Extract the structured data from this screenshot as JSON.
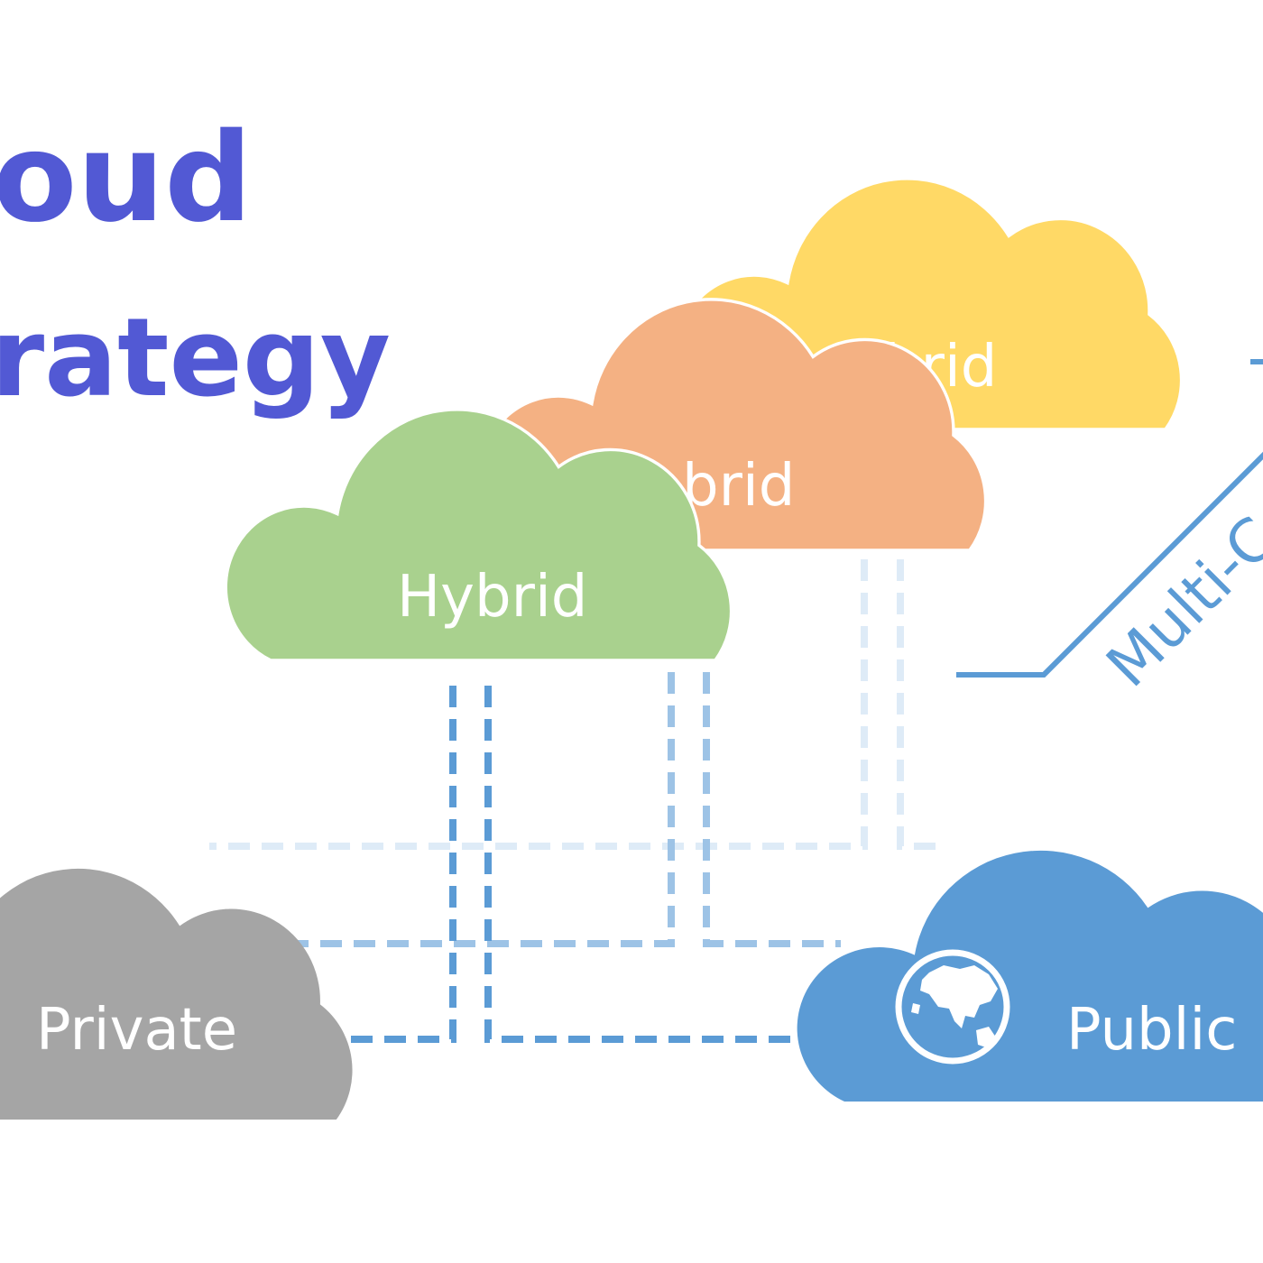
{
  "title": {
    "line1": "oud",
    "line2": "rategy"
  },
  "clouds": {
    "hybrid_back": {
      "label": "brid",
      "color": "#ffd966"
    },
    "hybrid_mid": {
      "label": "brid",
      "color": "#f4b183"
    },
    "hybrid_front": {
      "label": "Hybrid",
      "color": "#a9d18e"
    },
    "private": {
      "label": "Private",
      "color": "#a5a5a5"
    },
    "public": {
      "label": "Public",
      "color": "#5b9bd5",
      "icon": "globe-icon"
    }
  },
  "multi_cloud": {
    "label": "Multi-C"
  },
  "colors": {
    "title": "#5259d4",
    "connector": "#5b9bd5",
    "connector_light": "#9dc3e6",
    "connector_faint": "#deebf7"
  }
}
